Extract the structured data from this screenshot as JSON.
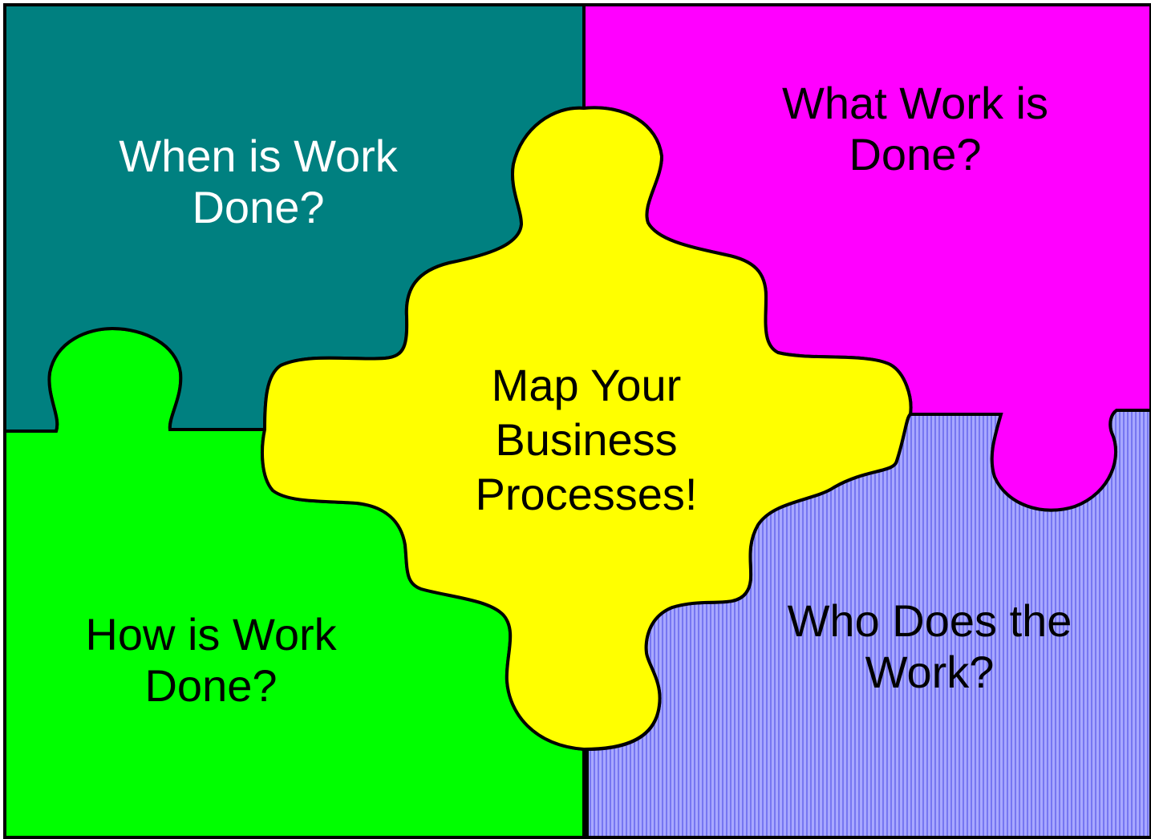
{
  "colors": {
    "teal": "#008080",
    "magenta": "#ff00ff",
    "green": "#00ff00",
    "blue_hatch": "#9999ff",
    "yellow": "#ffff00",
    "outline": "#000000"
  },
  "pieces": {
    "when": {
      "line1": "When is Work",
      "line2": "Done?"
    },
    "what": {
      "line1": "What Work is",
      "line2": "Done?"
    },
    "how": {
      "line1": "How is Work",
      "line2": "Done?"
    },
    "who": {
      "line1": "Who Does the",
      "line2": "Work?"
    },
    "center": {
      "line1": "Map Your",
      "line2": "Business",
      "line3": "Processes!"
    }
  }
}
